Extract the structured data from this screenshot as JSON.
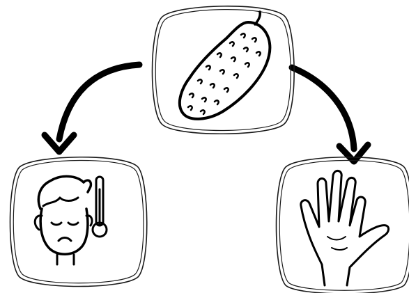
{
  "diagram": {
    "nodes": [
      {
        "id": "source",
        "icon": "bitter-gourd-icon"
      },
      {
        "id": "left-outcome",
        "icon": "sick-person-thermometer-icon"
      },
      {
        "id": "right-outcome",
        "icon": "open-hand-icon"
      }
    ],
    "edges": [
      {
        "from": "source",
        "to": "left-outcome",
        "style": "curved-arrow"
      },
      {
        "from": "source",
        "to": "right-outcome",
        "style": "curved-arrow"
      }
    ],
    "colors": {
      "ink": "#000000",
      "background": "#ffffff"
    }
  }
}
